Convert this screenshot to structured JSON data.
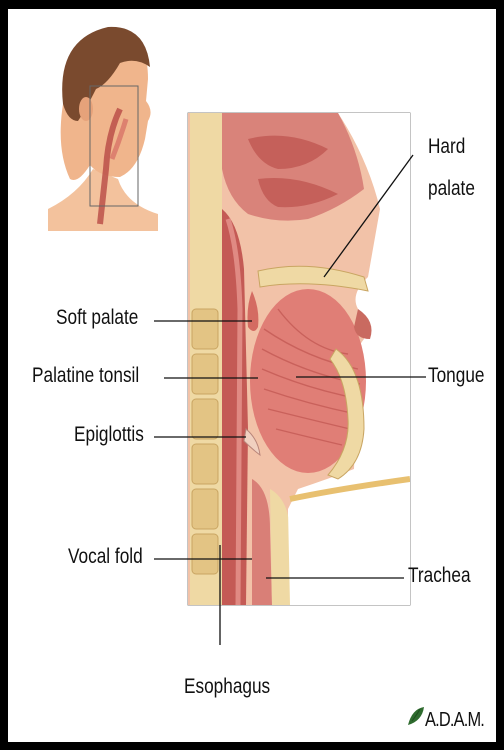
{
  "labels": {
    "hard_palate_line1": "Hard",
    "hard_palate_line2": "palate",
    "soft_palate": "Soft palate",
    "palatine_tonsil": "Palatine tonsil",
    "tongue": "Tongue",
    "epiglottis": "Epiglottis",
    "vocal_fold": "Vocal fold",
    "trachea": "Trachea",
    "esophagus": "Esophagus"
  },
  "logo": {
    "text": "A.D.A.M."
  },
  "colors": {
    "frame": "#000000",
    "background": "#ffffff",
    "tissue_pink": "#e89a8f",
    "tissue_dark": "#b84a45",
    "bone": "#efd9a4",
    "skin": "#f0b58c",
    "hair": "#7a4a2e"
  }
}
